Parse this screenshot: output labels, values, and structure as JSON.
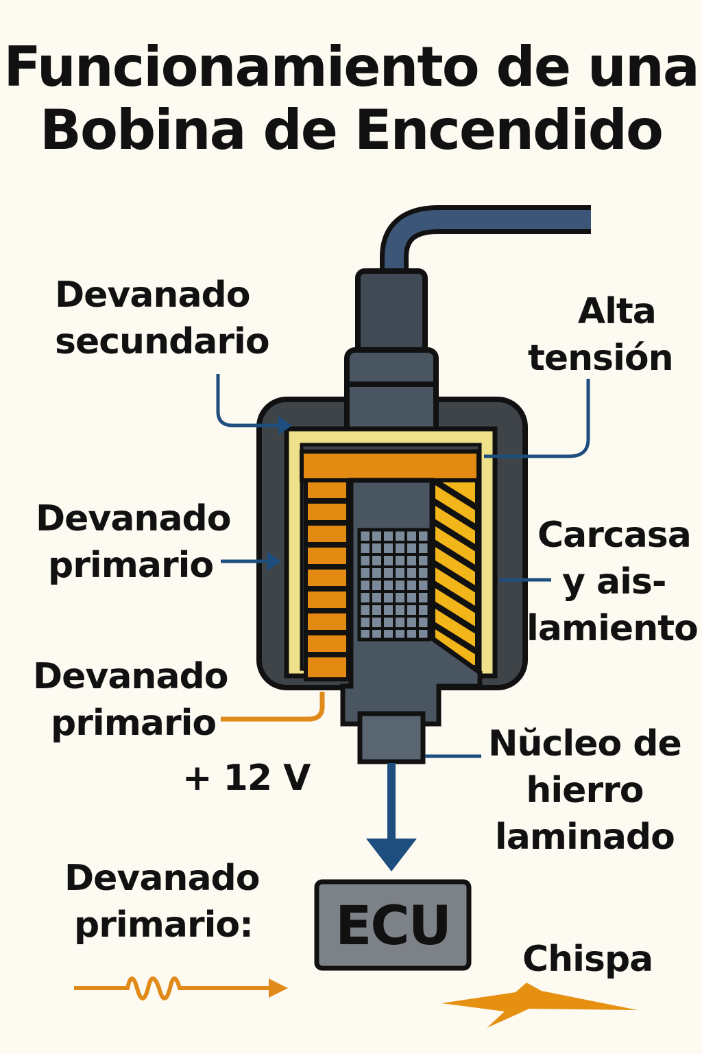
{
  "title": {
    "line1": "Funcionamiento de una",
    "line2": "Bobina de Encendido"
  },
  "labels": {
    "secondary_winding": [
      "Devanado",
      "secundario"
    ],
    "high_voltage": [
      "Alta",
      "tensión"
    ],
    "primary_winding_1": [
      "Devanado",
      "primario"
    ],
    "housing": [
      "Carcasa",
      "y ais-",
      "lamiento"
    ],
    "primary_winding_2": [
      "Devanado",
      "primario"
    ],
    "supply_voltage": "+ 12 V",
    "iron_core": [
      "Nŭcleo de",
      "hierro",
      "laminado"
    ],
    "primary_winding_3": [
      "Devanado",
      "primario:"
    ],
    "ecu": "ECU",
    "spark": "Chispa"
  },
  "colors": {
    "background": "#fdfaf2",
    "housing": "#3f4449",
    "insulation": "#efe08a",
    "primary_copper": "#e28a12",
    "secondary_copper": "#f2b51a",
    "core": "#7b8a9a",
    "cable": "#3c5678",
    "arrow_blue": "#1d4e7e",
    "arrow_orange": "#e08a1a",
    "ecu_box": "#7d8288"
  },
  "icons": {
    "current_signal": "resistor-wave-arrow-icon",
    "spark": "lightning-bolt-icon"
  }
}
